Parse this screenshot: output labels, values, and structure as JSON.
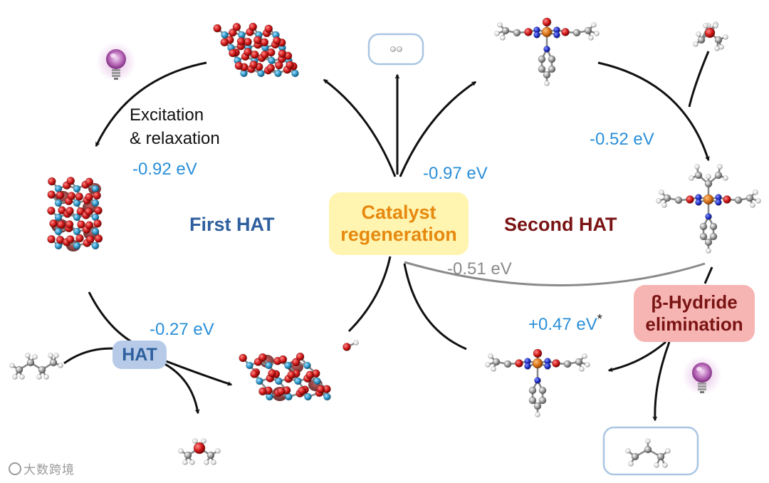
{
  "labels": {
    "excitation": "Excitation",
    "relaxation": "& relaxation",
    "first_hat": "First HAT",
    "second_hat": "Second HAT",
    "catalyst_line1": "Catalyst",
    "catalyst_line2": "regeneration",
    "hat_box": "HAT",
    "beta_line1": "β-Hydride",
    "beta_line2": "elimination"
  },
  "energies": {
    "excitation": "-0.92 eV",
    "first_hat": "-0.27 eV",
    "regeneration": "-0.97 eV",
    "second_hat_addition": "-0.52 eV",
    "direct_path": "-0.51 eV",
    "beta_hydride": "+0.47 eV",
    "beta_hydride_mark": "*"
  },
  "watermark": "大数跨境",
  "colors": {
    "energy_blue": "#2a8fd8",
    "first_hat_blue": "#2e5f9e",
    "second_hat_red": "#7a1414",
    "catalyst_orange": "#e6890e",
    "catalyst_box": "#fff4b0",
    "hat_box": "#b7cbe8",
    "beta_box": "#f6b5b2",
    "arrow_black": "#111111",
    "arrow_gray": "#8a8a8a",
    "oxygen": "#cc1a1a",
    "metal": "#2e97c9",
    "iron": "#d9731a",
    "nitrogen": "#2233cc",
    "carbon": "#8c8c8c",
    "hydrogen": "#e8e8e8"
  },
  "icons": [
    "lightbulb-icon",
    "lightbulb-icon",
    "h2-molecule-icon"
  ]
}
